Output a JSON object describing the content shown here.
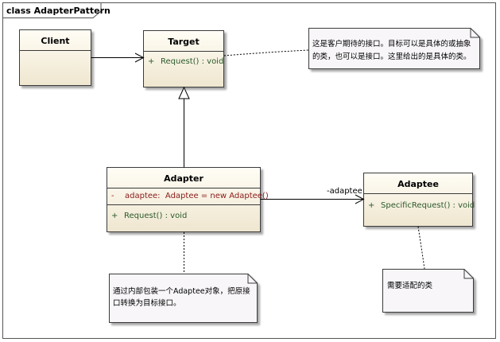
{
  "diagram": {
    "frame_title": "class AdapterPattern",
    "classes": {
      "client": {
        "name": "Client"
      },
      "target": {
        "name": "Target",
        "operations": [
          {
            "visibility": "+",
            "text": "Request() : void"
          }
        ]
      },
      "adapter": {
        "name": "Adapter",
        "attributes": [
          {
            "visibility": "-",
            "text": "adaptee:  Adaptee = new Adaptee()"
          }
        ],
        "operations": [
          {
            "visibility": "+",
            "text": "Request() : void"
          }
        ]
      },
      "adaptee": {
        "name": "Adaptee",
        "operations": [
          {
            "visibility": "+",
            "text": "SpecificRequest() : void"
          }
        ]
      }
    },
    "association_role": "-adaptee",
    "notes": {
      "target_note": [
        "这是客户期待的接口。目标可以是具体的或抽象",
        "的类，也可以是接口。这里给出的是具体的类。"
      ],
      "adapter_note": [
        "通过内部包装一个Adaptee对象，把原接",
        "口转换为目标接口。"
      ],
      "adaptee_note": [
        "需要适配的类"
      ]
    },
    "colors": {
      "class_fill_top": "#fffdf5",
      "class_fill_bottom": "#efe6cf",
      "class_stroke": "#3a3a3a",
      "note_fill": "#f8f6f9",
      "operation_text": "#2a5a2a",
      "attribute_text": "#8b1a1a"
    }
  }
}
